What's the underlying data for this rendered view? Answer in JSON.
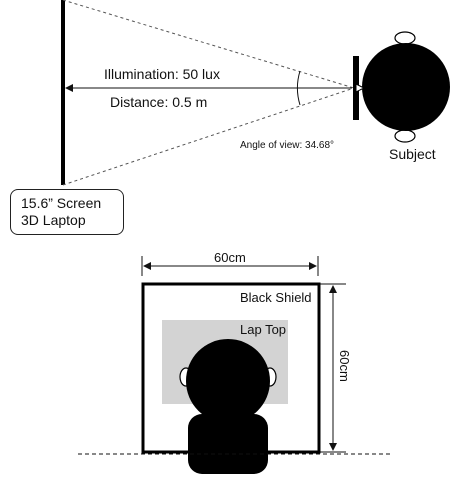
{
  "top_view": {
    "illumination": "Illumination: 50 lux",
    "distance": "Distance: 0.5 m",
    "angle_of_view": "Angle of view: 34.68°",
    "subject": "Subject",
    "screen_box": {
      "line1": "15.6” Screen",
      "line2": "3D Laptop"
    }
  },
  "front_view": {
    "width_label": "60cm",
    "height_label": "60cm",
    "black_shield": "Black Shield",
    "lap_top": "Lap Top"
  },
  "colors": {
    "ink": "#000000",
    "laptop_fill": "#d3d3d3"
  }
}
